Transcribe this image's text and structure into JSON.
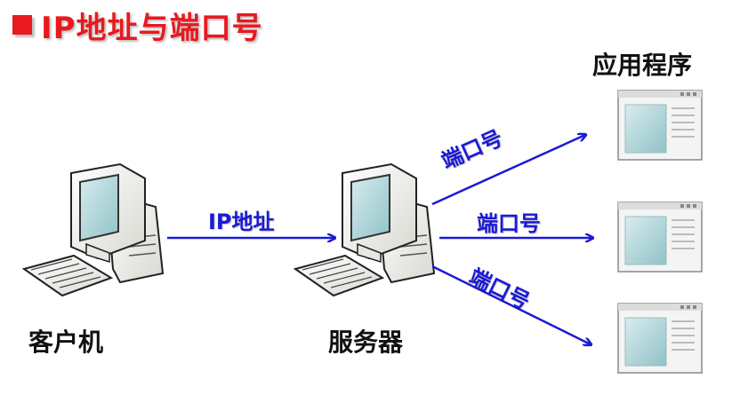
{
  "title": "IP地址与端口号",
  "nodes": {
    "client": "客户机",
    "server": "服务器",
    "applications": "应用程序"
  },
  "edges": {
    "ip_label": "IP地址",
    "port_labels": [
      "端口号",
      "端口号",
      "端口号"
    ]
  },
  "colors": {
    "title": "#e8191f",
    "arrow": "#1a1ad6",
    "window_screen": "#a9d3d8"
  }
}
